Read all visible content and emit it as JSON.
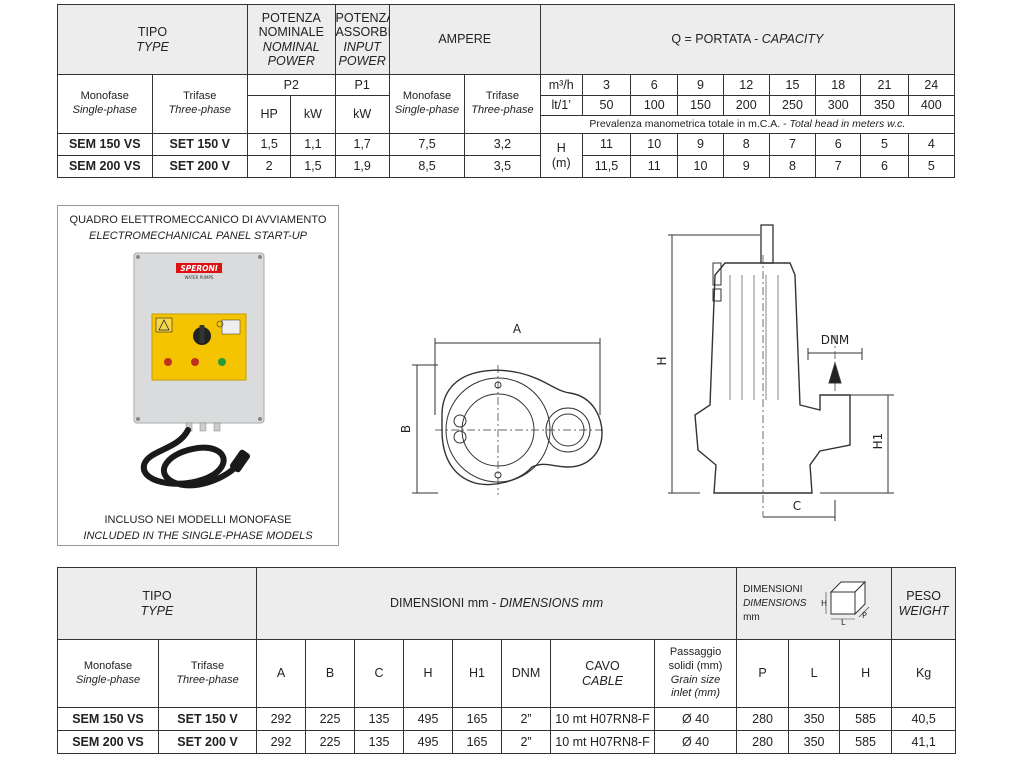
{
  "top_table": {
    "tipo": "TIPO",
    "type": "TYPE",
    "potenza_nominale": [
      "POTENZA",
      "NOMINALE"
    ],
    "nominal_power": [
      "NOMINAL",
      "POWER"
    ],
    "potenza_assorbita": [
      "POTENZA",
      "ASSORBITA"
    ],
    "input_power": [
      "INPUT",
      "POWER"
    ],
    "ampere": "AMPERE",
    "portata_label": "Q = PORTATA - ",
    "capacity": "CAPACITY",
    "monofase": "Monofase",
    "single_phase": "Single-phase",
    "trifase": "Trifase",
    "three_phase": "Three-phase",
    "p2": "P2",
    "p1": "P1",
    "hp": "HP",
    "kw": "kW",
    "unit_m3h": "m³/h",
    "unit_lt": "lt/1’",
    "m3h": [
      "3",
      "6",
      "9",
      "12",
      "15",
      "18",
      "21",
      "24"
    ],
    "lt": [
      "50",
      "100",
      "150",
      "200",
      "250",
      "300",
      "350",
      "400"
    ],
    "prevalenza": "Prevalenza manometrica totale in m.C.A. - ",
    "total_head": "Total head in meters w.c.",
    "h_label": "H",
    "m_label": "(m)",
    "rows": [
      {
        "mono": "SEM 150 VS",
        "tri": "SET 150 V",
        "hp": "1,5",
        "kw": "1,1",
        "p1": "1,7",
        "amp_mono": "7,5",
        "amp_tri": "3,2",
        "head": [
          "11",
          "10",
          "9",
          "8",
          "7",
          "6",
          "5",
          "4"
        ]
      },
      {
        "mono": "SEM 200 VS",
        "tri": "SET 200 V",
        "hp": "2",
        "kw": "1,5",
        "p1": "1,9",
        "amp_mono": "8,5",
        "amp_tri": "3,5",
        "head": [
          "11,5",
          "11",
          "10",
          "9",
          "8",
          "7",
          "6",
          "5"
        ]
      }
    ]
  },
  "panel": {
    "title": "QUADRO ELETTROMECCANICO DI AVVIAMENTO",
    "title_en": "ELECTROMECHANICAL PANEL START-UP",
    "brand": "SPERONI",
    "brand_sub": "WATER PUMPS",
    "footer": "INCLUSO NEI MODELLI MONOFASE",
    "footer_en": "INCLUDED IN THE SINGLE-PHASE MODELS"
  },
  "drawing": {
    "a": "A",
    "b": "B",
    "h": "H",
    "h1": "H1",
    "c": "C",
    "dnm": "DNM"
  },
  "bottom_table": {
    "tipo": "TIPO",
    "type": "TYPE",
    "dimensioni": "DIMENSIONI mm - ",
    "dimensions": "DIMENSIONS mm",
    "dim_box": "DIMENSIONI",
    "dim_box_en": "DIMENSIONS",
    "dim_box_unit": "mm",
    "box_h": "H",
    "box_l": "L",
    "box_p": "P",
    "peso": "PESO",
    "weight": "WEIGHT",
    "monofase": "Monofase",
    "single_phase": "Single-phase",
    "trifase": "Trifase",
    "three_phase": "Three-phase",
    "col_a": "A",
    "col_b": "B",
    "col_c": "C",
    "col_h": "H",
    "col_h1": "H1",
    "col_dnm": "DNM",
    "cavo": "CAVO",
    "cable": "CABLE",
    "passaggio": [
      "Passaggio",
      "solidi (mm)"
    ],
    "grain": [
      "Grain size",
      "inlet (mm)"
    ],
    "col_p": "P",
    "col_l": "L",
    "col_hh": "H",
    "kg": "Kg",
    "rows": [
      {
        "mono": "SEM 150 VS",
        "tri": "SET 150 V",
        "a": "292",
        "b": "225",
        "c": "135",
        "h": "495",
        "h1": "165",
        "dnm": "2”",
        "cavo": "10 mt H07RN8-F",
        "solidi": "Ø 40",
        "p": "280",
        "l": "350",
        "hh": "585",
        "kg": "40,5"
      },
      {
        "mono": "SEM 200 VS",
        "tri": "SET 200 V",
        "a": "292",
        "b": "225",
        "c": "135",
        "h": "495",
        "h1": "165",
        "dnm": "2”",
        "cavo": "10 mt H07RN8-F",
        "solidi": "Ø 40",
        "p": "280",
        "l": "350",
        "hh": "585",
        "kg": "41,1"
      }
    ]
  }
}
